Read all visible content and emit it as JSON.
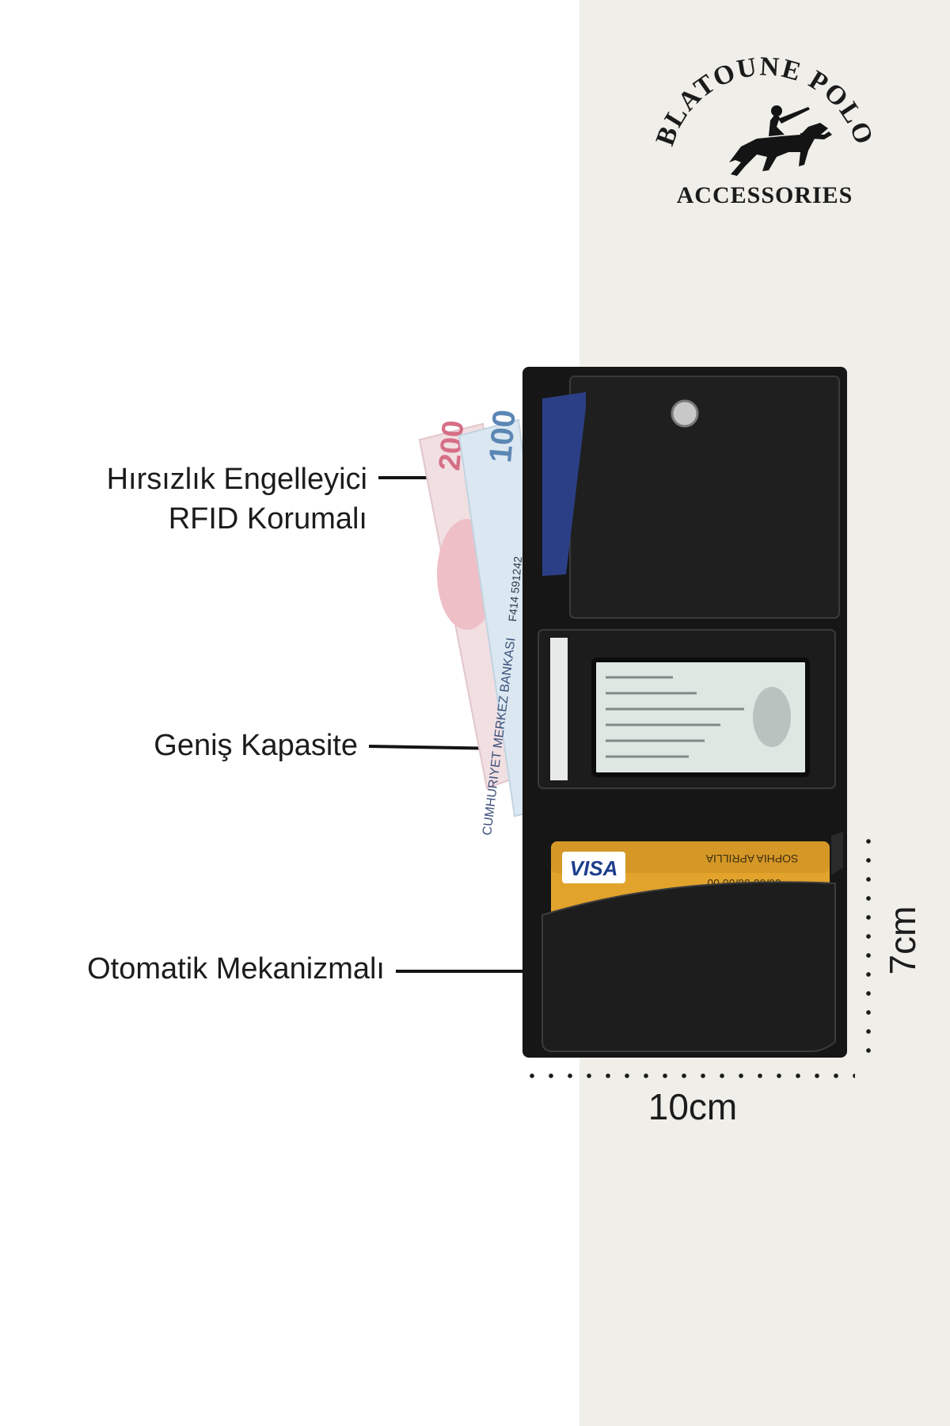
{
  "brand": {
    "name": "BLATOUNE POLO",
    "subtitle": "ACCESSORIES"
  },
  "features": [
    {
      "line1": "Hırsızlık Engelleyici",
      "line2": "RFID Korumalı"
    },
    {
      "line1": "Geniş Kapasite"
    },
    {
      "line1": "Otomatik Mekanizmalı"
    }
  ],
  "dimensions": {
    "width": "10cm",
    "height": "7cm"
  },
  "product_text": {
    "card_brand": "VISA",
    "card_holder": "SOPHIA APRILLIA",
    "card_dates": "00/00   00/00   00",
    "banknote_200": "200",
    "banknote_100": "100",
    "banknote_serial": "F414 591242",
    "banknote_bank": "CUMHURIYET MERKEZ BANKASI"
  },
  "colors": {
    "panel_bg": "#efeee9",
    "wallet": "#161616",
    "text": "#1c1c1c",
    "visa_gold": "#e2a32c",
    "blue_card": "#2b3f86"
  }
}
